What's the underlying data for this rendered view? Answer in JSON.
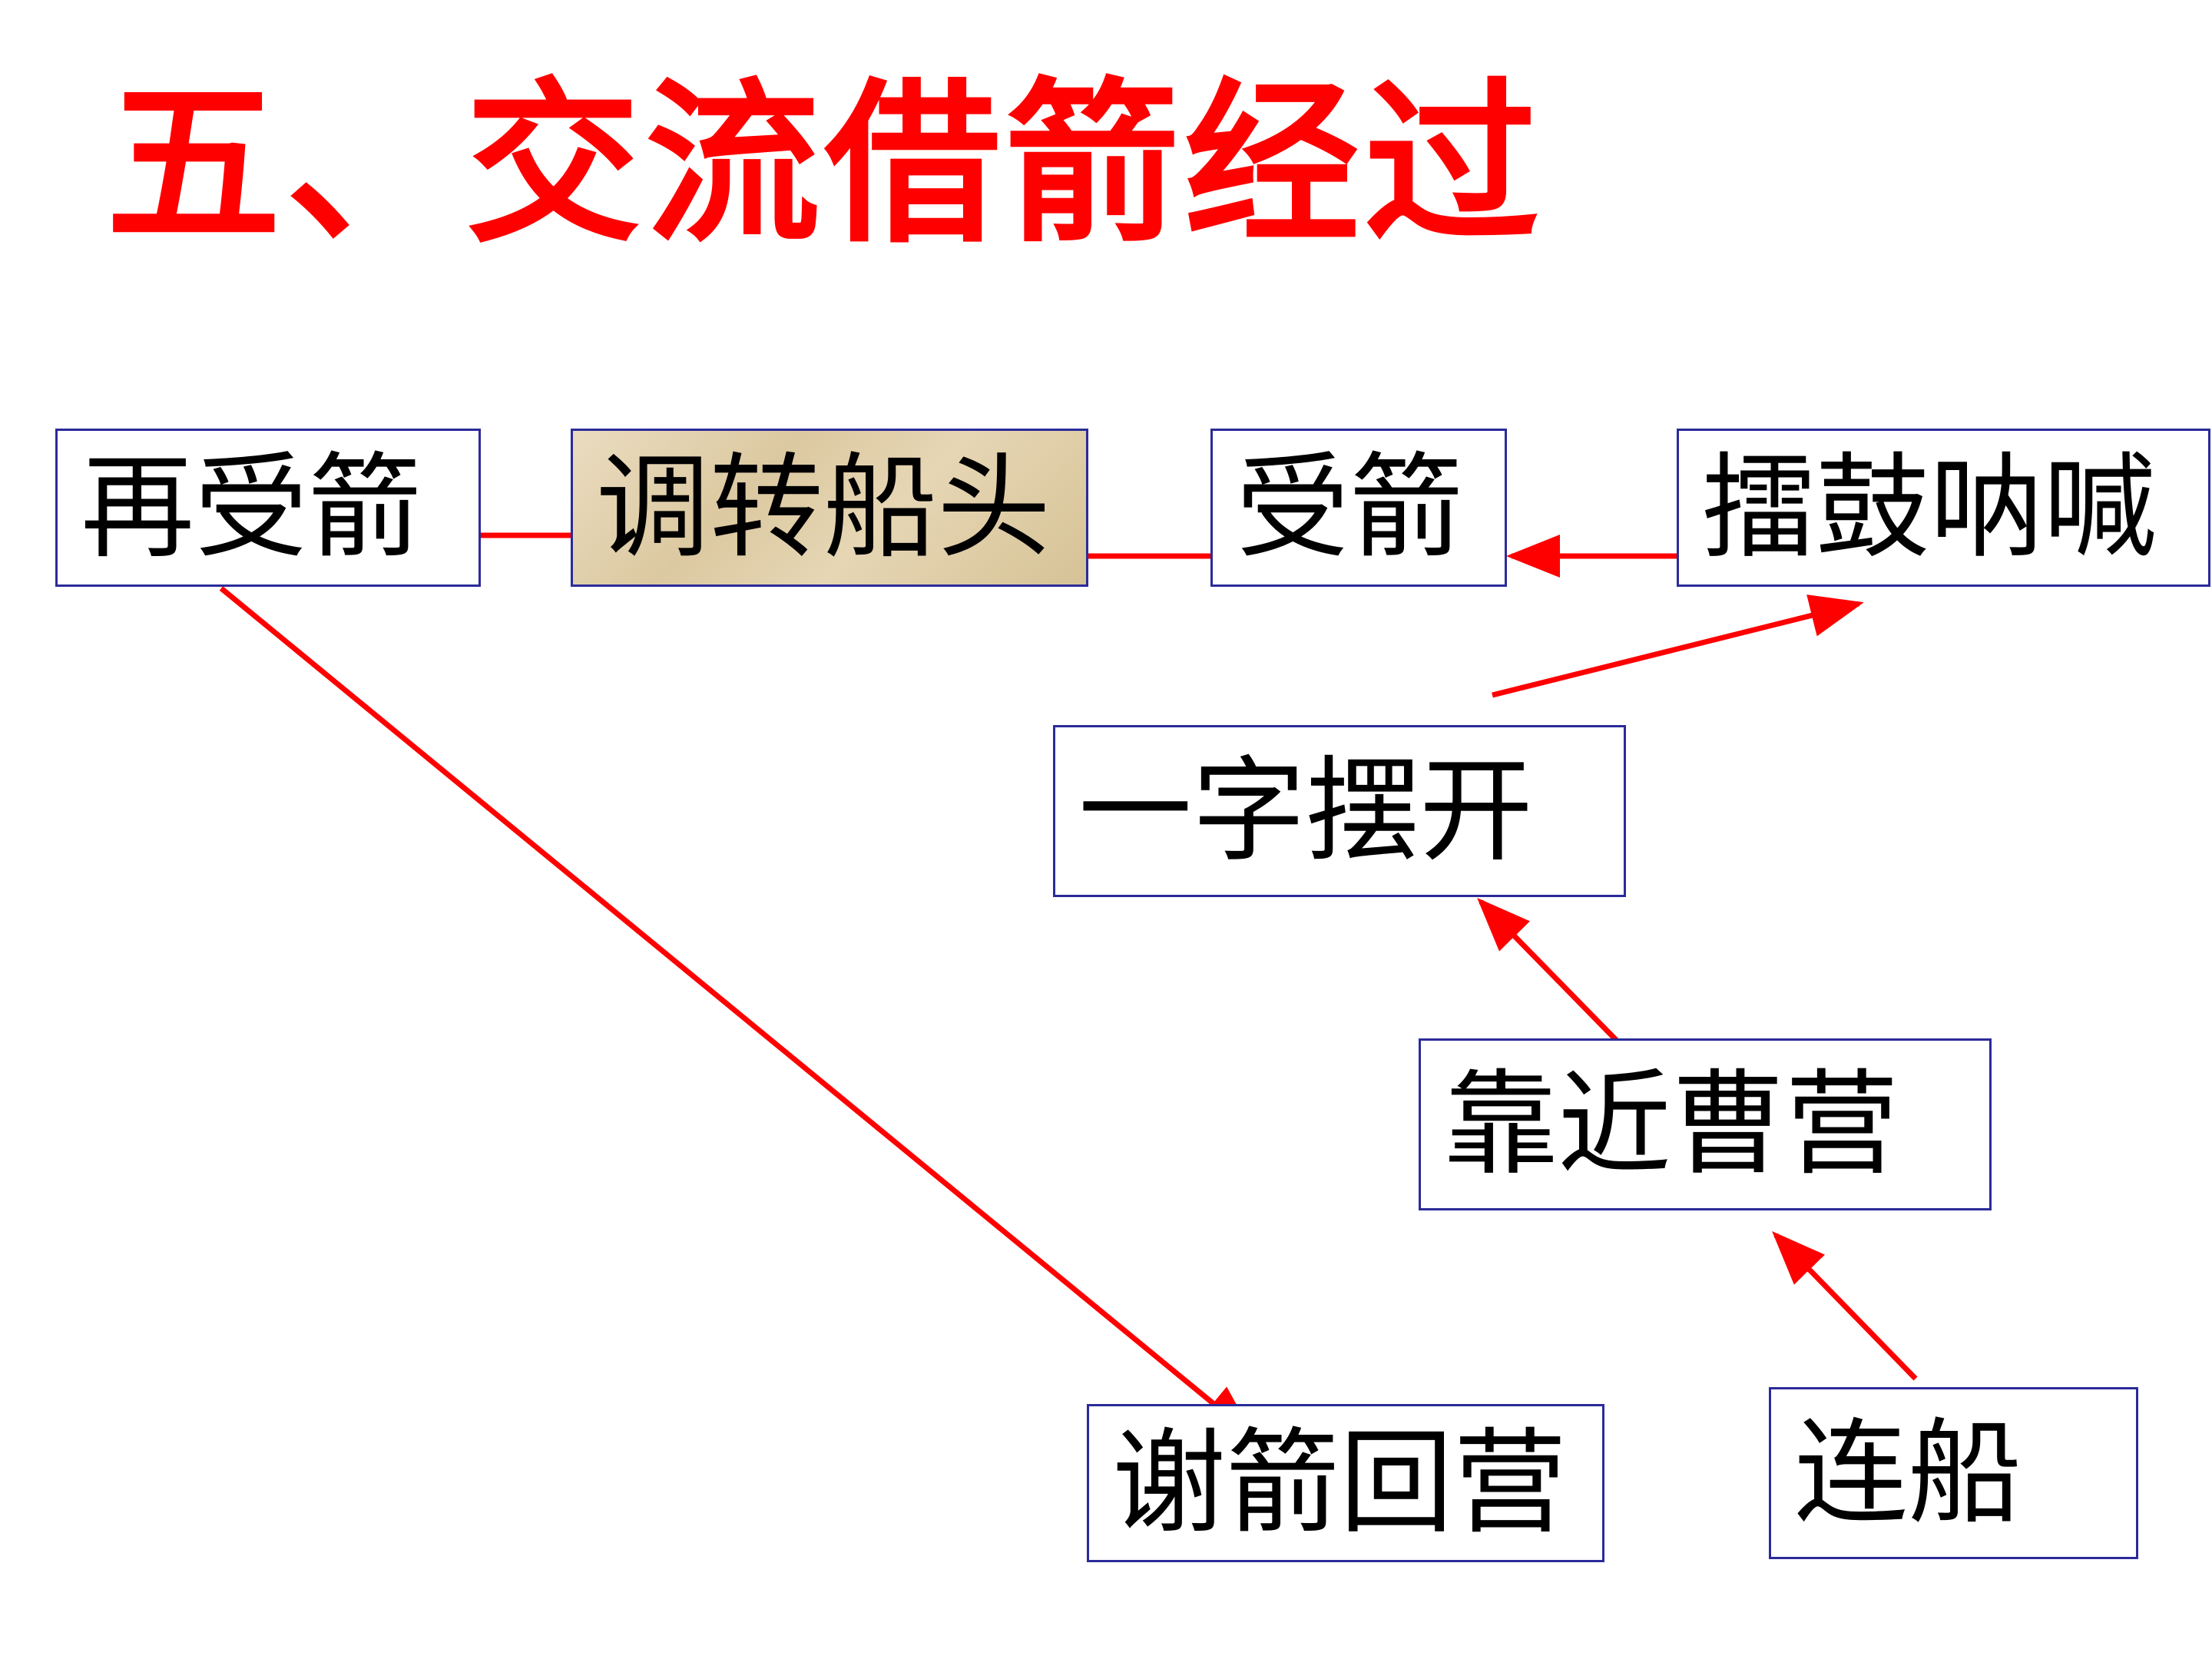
{
  "title": "五、交流借箭经过",
  "diagram": {
    "arrow_color": "#ff0000",
    "box_border_color": "#2b2b9a",
    "nodes": {
      "zai_shou_jian": "再受箭",
      "tiao_zhuan_chuan_tou": "调转船头",
      "shou_jian": "受箭",
      "lei_gu_na_han": "擂鼓呐喊",
      "yi_zi_bai_kai": "一字摆开",
      "kao_jin_cao_ying": "靠近曹营",
      "xie_jian_hui_ying": "谢箭回营",
      "lian_chuan": "连船"
    },
    "flow": [
      [
        "lian_chuan",
        "kao_jin_cao_ying"
      ],
      [
        "kao_jin_cao_ying",
        "yi_zi_bai_kai"
      ],
      [
        "yi_zi_bai_kai",
        "lei_gu_na_han"
      ],
      [
        "lei_gu_na_han",
        "shou_jian"
      ],
      [
        "shou_jian",
        "tiao_zhuan_chuan_tou"
      ],
      [
        "tiao_zhuan_chuan_tou",
        "zai_shou_jian"
      ],
      [
        "zai_shou_jian",
        "xie_jian_hui_ying"
      ]
    ]
  }
}
